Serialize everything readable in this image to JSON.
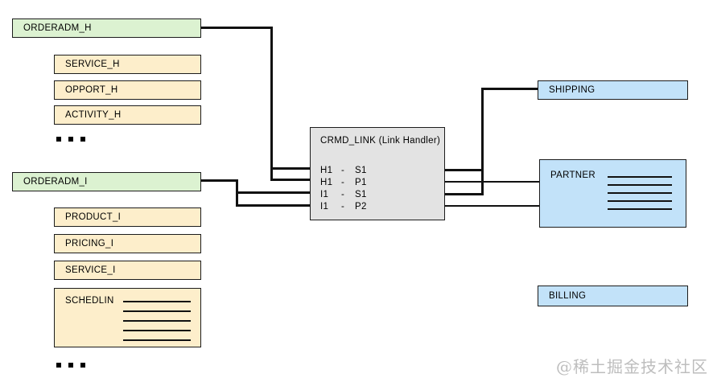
{
  "header_group": {
    "main": "ORDERADM_H",
    "children": [
      "SERVICE_H",
      "OPPORT_H",
      "ACTIVITY_H"
    ],
    "ellipsis": "..."
  },
  "item_group": {
    "main": "ORDERADM_I",
    "children": [
      "PRODUCT_I",
      "PRICING_I",
      "SERVICE_I",
      "SCHEDLIN"
    ],
    "ellipsis": "..."
  },
  "link_box": {
    "title": "CRMD_LINK (Link Handler)",
    "rows": [
      {
        "from": "H1",
        "sep": "-",
        "to": "S1"
      },
      {
        "from": "H1",
        "sep": "-",
        "to": "P1"
      },
      {
        "from": "I1",
        "sep": "-",
        "to": "S1"
      },
      {
        "from": "I1",
        "sep": "-",
        "to": "P2"
      }
    ]
  },
  "right_boxes": {
    "shipping": "SHIPPING",
    "partner": "PARTNER",
    "billing": "BILLING"
  },
  "watermark": "@稀土掘金技术社区",
  "colors": {
    "header_fill": "#dcf2d1",
    "child_fill": "#fdeecb",
    "right_fill": "#c2e2f9",
    "link_fill": "#e3e3e3",
    "border": "#1c1c1c",
    "connector": "#111111",
    "watermark": "#bdbdbd"
  }
}
